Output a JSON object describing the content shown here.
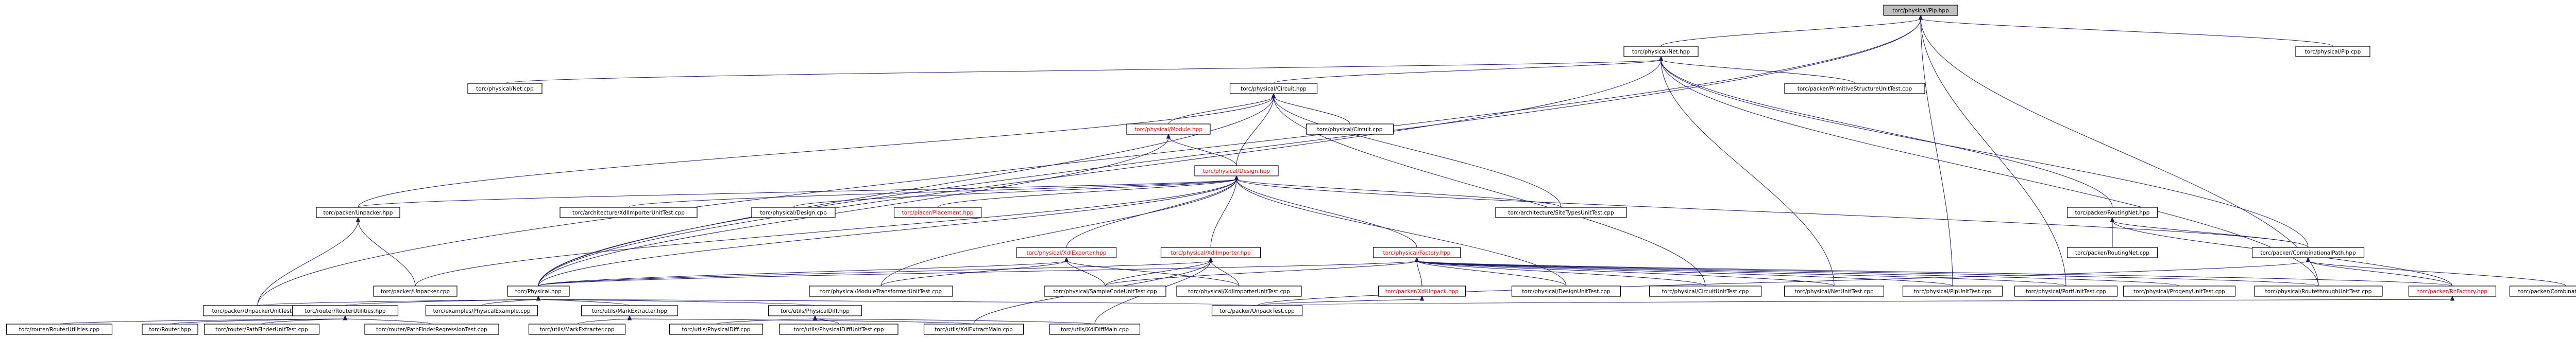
{
  "diagram": {
    "title": "",
    "colors": {
      "edge": "#191970",
      "node_border": "#000000",
      "root_fill": "#bfbfbf",
      "link_text": "#000000",
      "incomplete_text": "#ff0000"
    },
    "nodes": [
      {
        "id": "pip_hpp",
        "label": "torc/physical/Pip.hpp",
        "root": true
      },
      {
        "id": "net_hpp",
        "label": "torc/physical/Net.hpp"
      },
      {
        "id": "pip_cpp",
        "label": "torc/physical/Pip.cpp"
      },
      {
        "id": "net_cpp",
        "label": "torc/physical/Net.cpp"
      },
      {
        "id": "circuit_hpp",
        "label": "torc/physical/Circuit.hpp"
      },
      {
        "id": "prim_struct",
        "label": "torc/packer/PrimitiveStructureUnitTest.cpp"
      },
      {
        "id": "module_hpp",
        "label": "torc/physical/Module.hpp",
        "incomplete": true
      },
      {
        "id": "circuit_cpp",
        "label": "torc/physical/Circuit.cpp"
      },
      {
        "id": "design_hpp",
        "label": "torc/physical/Design.hpp",
        "incomplete": true
      },
      {
        "id": "routing_net_hpp",
        "label": "torc/packer/RoutingNet.hpp"
      },
      {
        "id": "unpacker_hpp",
        "label": "torc/packer/Unpacker.hpp"
      },
      {
        "id": "xdl_importer_ut",
        "label": "torc/architecture/XdlImporterUnitTest.cpp"
      },
      {
        "id": "design_cpp",
        "label": "torc/physical/Design.cpp"
      },
      {
        "id": "placement_hpp",
        "label": "torc/placer/Placement.hpp",
        "incomplete": true
      },
      {
        "id": "xdl_exporter_hpp",
        "label": "torc/physical/XdlExporter.hpp",
        "incomplete": true
      },
      {
        "id": "xdl_importer_hpp",
        "label": "torc/physical/XdlImporter.hpp",
        "incomplete": true
      },
      {
        "id": "factory_hpp",
        "label": "torc/physical/Factory.hpp",
        "incomplete": true
      },
      {
        "id": "site_types_ut",
        "label": "torc/architecture/SiteTypesUnitTest.cpp"
      },
      {
        "id": "routing_net_cpp",
        "label": "torc/packer/RoutingNet.cpp"
      },
      {
        "id": "comb_path_hpp",
        "label": "torc/packer/CombinationalPath.hpp"
      },
      {
        "id": "physical_hpp",
        "label": "torc/Physical.hpp"
      },
      {
        "id": "unpacker_cpp",
        "label": "torc/packer/Unpacker.cpp"
      },
      {
        "id": "module_transformer_ut",
        "label": "torc/physical/ModuleTransformerUnitTest.cpp"
      },
      {
        "id": "sample_code_ut",
        "label": "torc/physical/SampleCodeUnitTest.cpp"
      },
      {
        "id": "xdl_importer_ut2",
        "label": "torc/physical/XdlImporterUnitTest.cpp"
      },
      {
        "id": "xdl_unpack_hpp",
        "label": "torc/packer/XdlUnpack.hpp",
        "incomplete": true
      },
      {
        "id": "design_ut",
        "label": "torc/physical/DesignUnitTest.cpp"
      },
      {
        "id": "circuit_ut",
        "label": "torc/physical/CircuitUnitTest.cpp"
      },
      {
        "id": "net_ut",
        "label": "torc/physical/NetUnitTest.cpp"
      },
      {
        "id": "pip_ut",
        "label": "torc/physical/PipUnitTest.cpp"
      },
      {
        "id": "port_ut",
        "label": "torc/physical/PortUnitTest.cpp"
      },
      {
        "id": "progeny_ut",
        "label": "torc/physical/ProgenyUnitTest.cpp"
      },
      {
        "id": "route_through_ut",
        "label": "torc/physical/RoutethroughUnitTest.cpp"
      },
      {
        "id": "rc_factory_hpp",
        "label": "torc/packer/RcFactory.hpp",
        "incomplete": true
      },
      {
        "id": "comb_path_cpp",
        "label": "torc/packer/CombinationalPath.cpp"
      },
      {
        "id": "unpacker_ut",
        "label": "torc/packer/UnpackerUnitTest.cpp"
      },
      {
        "id": "router_utilities_hpp",
        "label": "torc/router/RouterUtilities.hpp"
      },
      {
        "id": "physical_example",
        "label": "torc/examples/PhysicalExample.cpp"
      },
      {
        "id": "mark_extracter_hpp",
        "label": "torc/utils/MarkExtracter.hpp"
      },
      {
        "id": "physical_diff_hpp",
        "label": "torc/utils/PhysicalDiff.hpp"
      },
      {
        "id": "unpack_test",
        "label": "torc/packer/UnpackTest.cpp"
      },
      {
        "id": "router_utilities_cpp",
        "label": "torc/router/RouterUtilities.cpp"
      },
      {
        "id": "router_hpp",
        "label": "torc/Router.hpp"
      },
      {
        "id": "path_finder_ut",
        "label": "torc/router/PathFinderUnitTest.cpp"
      },
      {
        "id": "path_finder_reg",
        "label": "torc/router/PathFinderRegressionTest.cpp"
      },
      {
        "id": "mark_extracter_cpp",
        "label": "torc/utils/MarkExtracter.cpp"
      },
      {
        "id": "physical_diff_cpp",
        "label": "torc/utils/PhysicalDiff.cpp"
      },
      {
        "id": "physical_diff_ut",
        "label": "torc/utils/PhysicalDiffUnitTest.cpp"
      },
      {
        "id": "xdl_extract_main",
        "label": "torc/utils/XdlExtractMain.cpp"
      },
      {
        "id": "xdl_diff_main",
        "label": "torc/utils/XdlDiffMain.cpp"
      }
    ],
    "edges": [
      [
        "pip_hpp",
        "net_hpp"
      ],
      [
        "pip_hpp",
        "pip_cpp"
      ],
      [
        "pip_hpp",
        "physical_hpp"
      ],
      [
        "pip_hpp",
        "pip_ut"
      ],
      [
        "pip_hpp",
        "port_ut"
      ],
      [
        "pip_hpp",
        "route_through_ut"
      ],
      [
        "pip_hpp",
        "unpacker_ut"
      ],
      [
        "net_hpp",
        "net_cpp"
      ],
      [
        "net_hpp",
        "circuit_hpp"
      ],
      [
        "net_hpp",
        "prim_struct"
      ],
      [
        "net_hpp",
        "routing_net_hpp"
      ],
      [
        "net_hpp",
        "comb_path_hpp"
      ],
      [
        "net_hpp",
        "physical_hpp"
      ],
      [
        "net_hpp",
        "net_ut"
      ],
      [
        "net_hpp",
        "route_through_ut"
      ],
      [
        "circuit_hpp",
        "module_hpp"
      ],
      [
        "circuit_hpp",
        "circuit_cpp"
      ],
      [
        "circuit_hpp",
        "design_hpp"
      ],
      [
        "circuit_hpp",
        "physical_hpp"
      ],
      [
        "circuit_hpp",
        "circuit_ut"
      ],
      [
        "circuit_hpp",
        "unpacker_hpp"
      ],
      [
        "circuit_hpp",
        "site_types_ut"
      ],
      [
        "module_hpp",
        "design_hpp"
      ],
      [
        "module_hpp",
        "physical_hpp"
      ],
      [
        "design_hpp",
        "unpacker_hpp"
      ],
      [
        "design_hpp",
        "xdl_importer_ut"
      ],
      [
        "design_hpp",
        "design_cpp"
      ],
      [
        "design_hpp",
        "placement_hpp"
      ],
      [
        "design_hpp",
        "xdl_exporter_hpp"
      ],
      [
        "design_hpp",
        "xdl_importer_hpp"
      ],
      [
        "design_hpp",
        "factory_hpp"
      ],
      [
        "design_hpp",
        "site_types_ut"
      ],
      [
        "design_hpp",
        "comb_path_hpp"
      ],
      [
        "design_hpp",
        "physical_hpp"
      ],
      [
        "design_hpp",
        "design_ut"
      ],
      [
        "design_hpp",
        "unpacker_cpp"
      ],
      [
        "design_hpp",
        "module_transformer_ut"
      ],
      [
        "routing_net_hpp",
        "routing_net_cpp"
      ],
      [
        "routing_net_hpp",
        "comb_path_hpp"
      ],
      [
        "routing_net_hpp",
        "rc_factory_hpp"
      ],
      [
        "unpacker_hpp",
        "unpacker_cpp"
      ],
      [
        "unpacker_hpp",
        "unpacker_ut"
      ],
      [
        "xdl_exporter_hpp",
        "physical_hpp"
      ],
      [
        "xdl_exporter_hpp",
        "module_transformer_ut"
      ],
      [
        "xdl_exporter_hpp",
        "sample_code_ut"
      ],
      [
        "xdl_exporter_hpp",
        "xdl_importer_ut2"
      ],
      [
        "xdl_importer_hpp",
        "physical_hpp"
      ],
      [
        "xdl_importer_hpp",
        "sample_code_ut"
      ],
      [
        "xdl_importer_hpp",
        "xdl_importer_ut2"
      ],
      [
        "xdl_importer_hpp",
        "xdl_extract_main"
      ],
      [
        "xdl_importer_hpp",
        "xdl_diff_main"
      ],
      [
        "factory_hpp",
        "physical_hpp"
      ],
      [
        "factory_hpp",
        "xdl_unpack_hpp"
      ],
      [
        "factory_hpp",
        "design_ut"
      ],
      [
        "factory_hpp",
        "circuit_ut"
      ],
      [
        "factory_hpp",
        "net_ut"
      ],
      [
        "factory_hpp",
        "pip_ut"
      ],
      [
        "factory_hpp",
        "port_ut"
      ],
      [
        "factory_hpp",
        "progeny_ut"
      ],
      [
        "factory_hpp",
        "route_through_ut"
      ],
      [
        "factory_hpp",
        "rc_factory_hpp"
      ],
      [
        "factory_hpp",
        "sample_code_ut"
      ],
      [
        "comb_path_hpp",
        "comb_path_cpp"
      ],
      [
        "comb_path_hpp",
        "rc_factory_hpp"
      ],
      [
        "comb_path_hpp",
        "unpack_test"
      ],
      [
        "physical_hpp",
        "unpacker_ut"
      ],
      [
        "physical_hpp",
        "router_utilities_hpp"
      ],
      [
        "physical_hpp",
        "physical_example"
      ],
      [
        "physical_hpp",
        "mark_extracter_hpp"
      ],
      [
        "physical_hpp",
        "physical_diff_hpp"
      ],
      [
        "physical_hpp",
        "unpack_test"
      ],
      [
        "xdl_unpack_hpp",
        "unpack_test"
      ],
      [
        "rc_factory_hpp",
        "unpack_test"
      ],
      [
        "router_utilities_hpp",
        "router_utilities_cpp"
      ],
      [
        "router_utilities_hpp",
        "router_hpp"
      ],
      [
        "router_utilities_hpp",
        "path_finder_ut"
      ],
      [
        "router_utilities_hpp",
        "path_finder_reg"
      ],
      [
        "mark_extracter_hpp",
        "mark_extracter_cpp"
      ],
      [
        "mark_extracter_hpp",
        "xdl_extract_main"
      ],
      [
        "physical_diff_hpp",
        "physical_diff_cpp"
      ],
      [
        "physical_diff_hpp",
        "physical_diff_ut"
      ],
      [
        "physical_diff_hpp",
        "xdl_diff_main"
      ]
    ]
  }
}
